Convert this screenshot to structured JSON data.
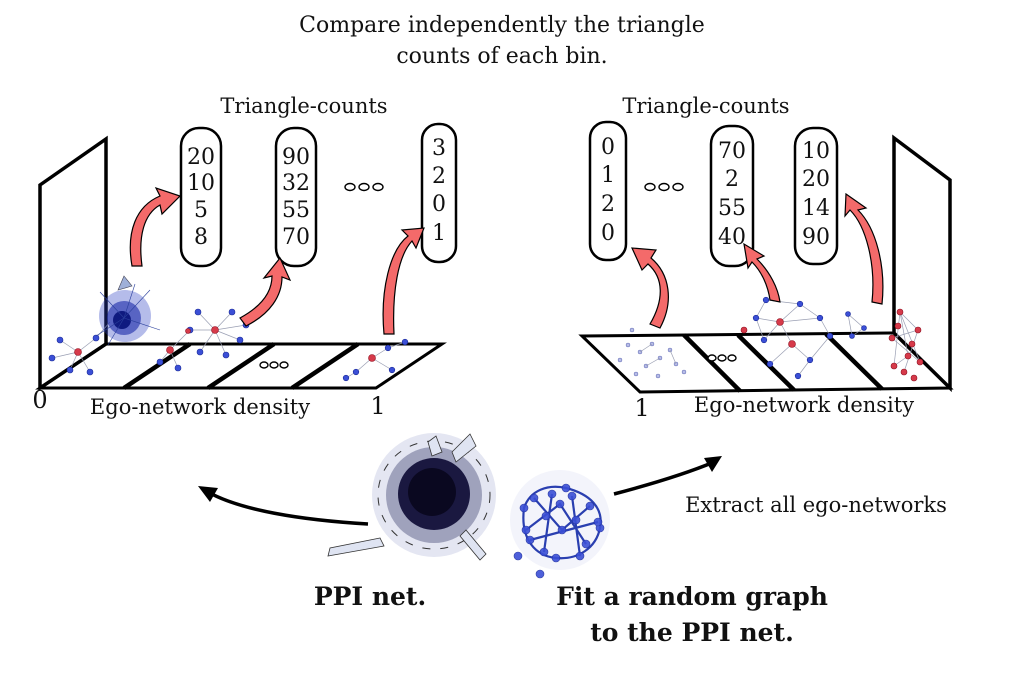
{
  "caption": {
    "line1": "Compare independently the triangle",
    "line2": "counts of each bin."
  },
  "left_panel": {
    "heading": "Triangle-counts",
    "columns": [
      [
        "20",
        "10",
        "5",
        "8"
      ],
      [
        "90",
        "32",
        "55",
        "70"
      ],
      [
        "3",
        "2",
        "0",
        "1"
      ]
    ],
    "axis_label": "Ego-network density",
    "axis_start": "0",
    "axis_end": "1"
  },
  "right_panel": {
    "heading": "Triangle-counts",
    "columns": [
      [
        "0",
        "1",
        "2",
        "0"
      ],
      [
        "70",
        "2",
        "55",
        "40"
      ],
      [
        "10",
        "20",
        "14",
        "90"
      ]
    ],
    "axis_label": "Ego-network density",
    "axis_end": "1"
  },
  "bottom": {
    "ppi_label": "PPI net.",
    "random_label_line1": "Fit a random graph",
    "random_label_line2": "to the PPI net.",
    "extract_label": "Extract all ego-networks"
  },
  "colors": {
    "arrow_fill": "#f46a6a",
    "node_blue": "#3b4fd6",
    "node_red": "#d63a4a"
  }
}
